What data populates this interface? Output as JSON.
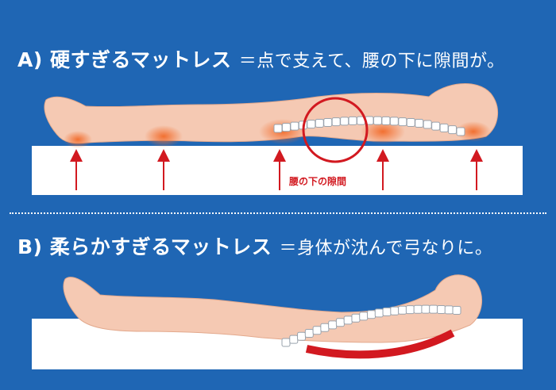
{
  "section_a": {
    "letter": "A)",
    "title": "硬すぎるマットレス",
    "description": "＝点で支えて、腰の下に隙間が。",
    "gap_label": "腰の下の隙間"
  },
  "section_b": {
    "letter": "B)",
    "title": "柔らかすぎるマットレス",
    "description": "＝身体が沈んで弓なりに。"
  },
  "colors": {
    "background": "#1f66b4",
    "body": "#f5c9b3",
    "spine": "#ffffff",
    "arrow": "#d21920",
    "highlight": "#f26b2a"
  }
}
